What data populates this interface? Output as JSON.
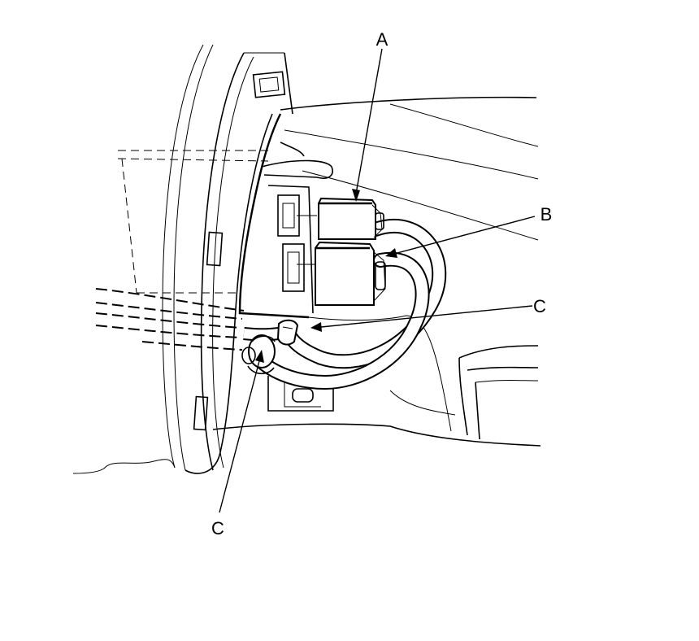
{
  "callouts": {
    "a": "A",
    "b": "B",
    "c_upper": "C",
    "c_lower": "C"
  }
}
